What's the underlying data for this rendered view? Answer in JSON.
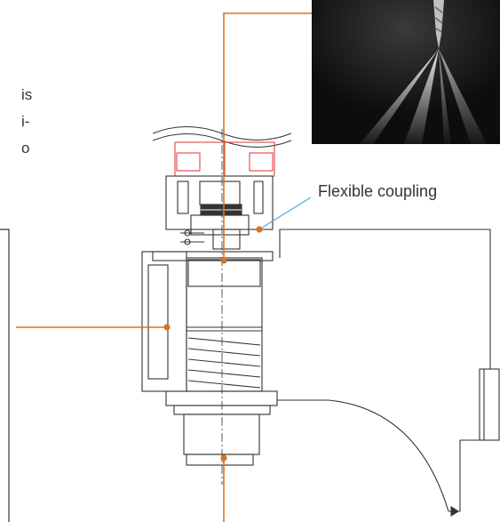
{
  "labels": {
    "flexible_coupling": "Flexible coupling"
  },
  "text_fragments": [
    "is",
    "i-",
    "o"
  ],
  "colors": {
    "callout_line": "#d9731f",
    "drawing_line": "#333333",
    "outline_red": "#e03030",
    "photo_bg": "#141414",
    "callout_connector": "#5aa8d8"
  },
  "photo": {
    "icon": "spindle-coolant-spray-photo"
  }
}
